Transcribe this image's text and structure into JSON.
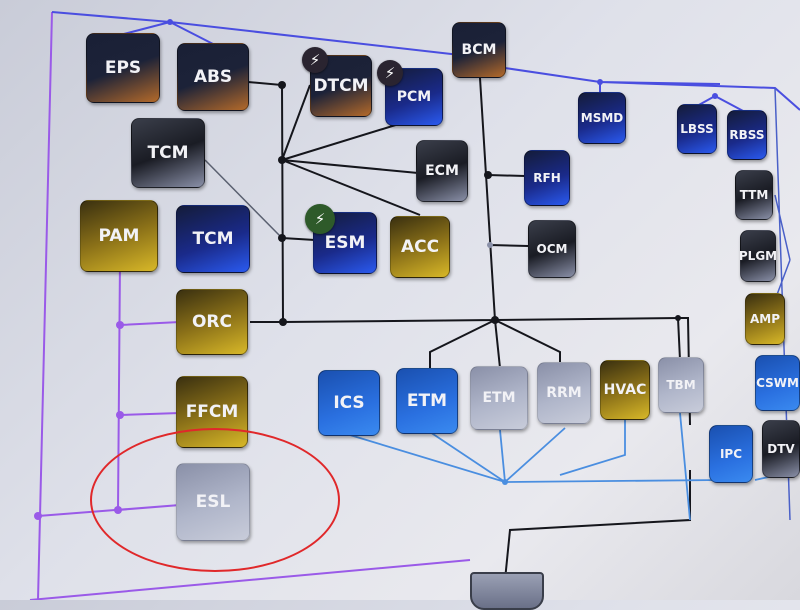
{
  "diagram": {
    "nodes": [
      {
        "label": "EPS",
        "type": "orange"
      },
      {
        "label": "ABS",
        "type": "orange"
      },
      {
        "label": "DTCM",
        "type": "orange",
        "badge": "lightning"
      },
      {
        "label": "PCM",
        "type": "blue",
        "badge": "lightning"
      },
      {
        "label": "BCM",
        "type": "orange"
      },
      {
        "label": "MSMD",
        "type": "blue"
      },
      {
        "label": "LBSS",
        "type": "blue"
      },
      {
        "label": "RBSS",
        "type": "blue"
      },
      {
        "label": "TCM",
        "type": "dark"
      },
      {
        "label": "ECM",
        "type": "dark"
      },
      {
        "label": "RFH",
        "type": "blue"
      },
      {
        "label": "TTM",
        "type": "dark"
      },
      {
        "label": "PAM",
        "type": "gold"
      },
      {
        "label": "TCM",
        "type": "blue"
      },
      {
        "label": "ESM",
        "type": "blue",
        "badge": "lightning-green"
      },
      {
        "label": "ACC",
        "type": "gold"
      },
      {
        "label": "OCM",
        "type": "dark"
      },
      {
        "label": "PLGM",
        "type": "dark"
      },
      {
        "label": "ORC",
        "type": "gold"
      },
      {
        "label": "AMP",
        "type": "gold"
      },
      {
        "label": "ICS",
        "type": "brightblue"
      },
      {
        "label": "ETM",
        "type": "brightblue"
      },
      {
        "label": "ETM",
        "type": "light"
      },
      {
        "label": "RRM",
        "type": "light"
      },
      {
        "label": "HVAC",
        "type": "gold"
      },
      {
        "label": "TBM",
        "type": "light"
      },
      {
        "label": "CSWM",
        "type": "brightblue"
      },
      {
        "label": "FFCM",
        "type": "gold"
      },
      {
        "label": "IPC",
        "type": "brightblue"
      },
      {
        "label": "DTV",
        "type": "dark"
      },
      {
        "label": "ESL",
        "type": "light",
        "highlighted": true
      }
    ],
    "colors": {
      "highlight": "#e0282a",
      "bus_purple": "#9a5ae8",
      "bus_blue": "#4a4ee0",
      "bus_black": "#15161c",
      "bus_lightblue": "#4a8ee0"
    }
  }
}
